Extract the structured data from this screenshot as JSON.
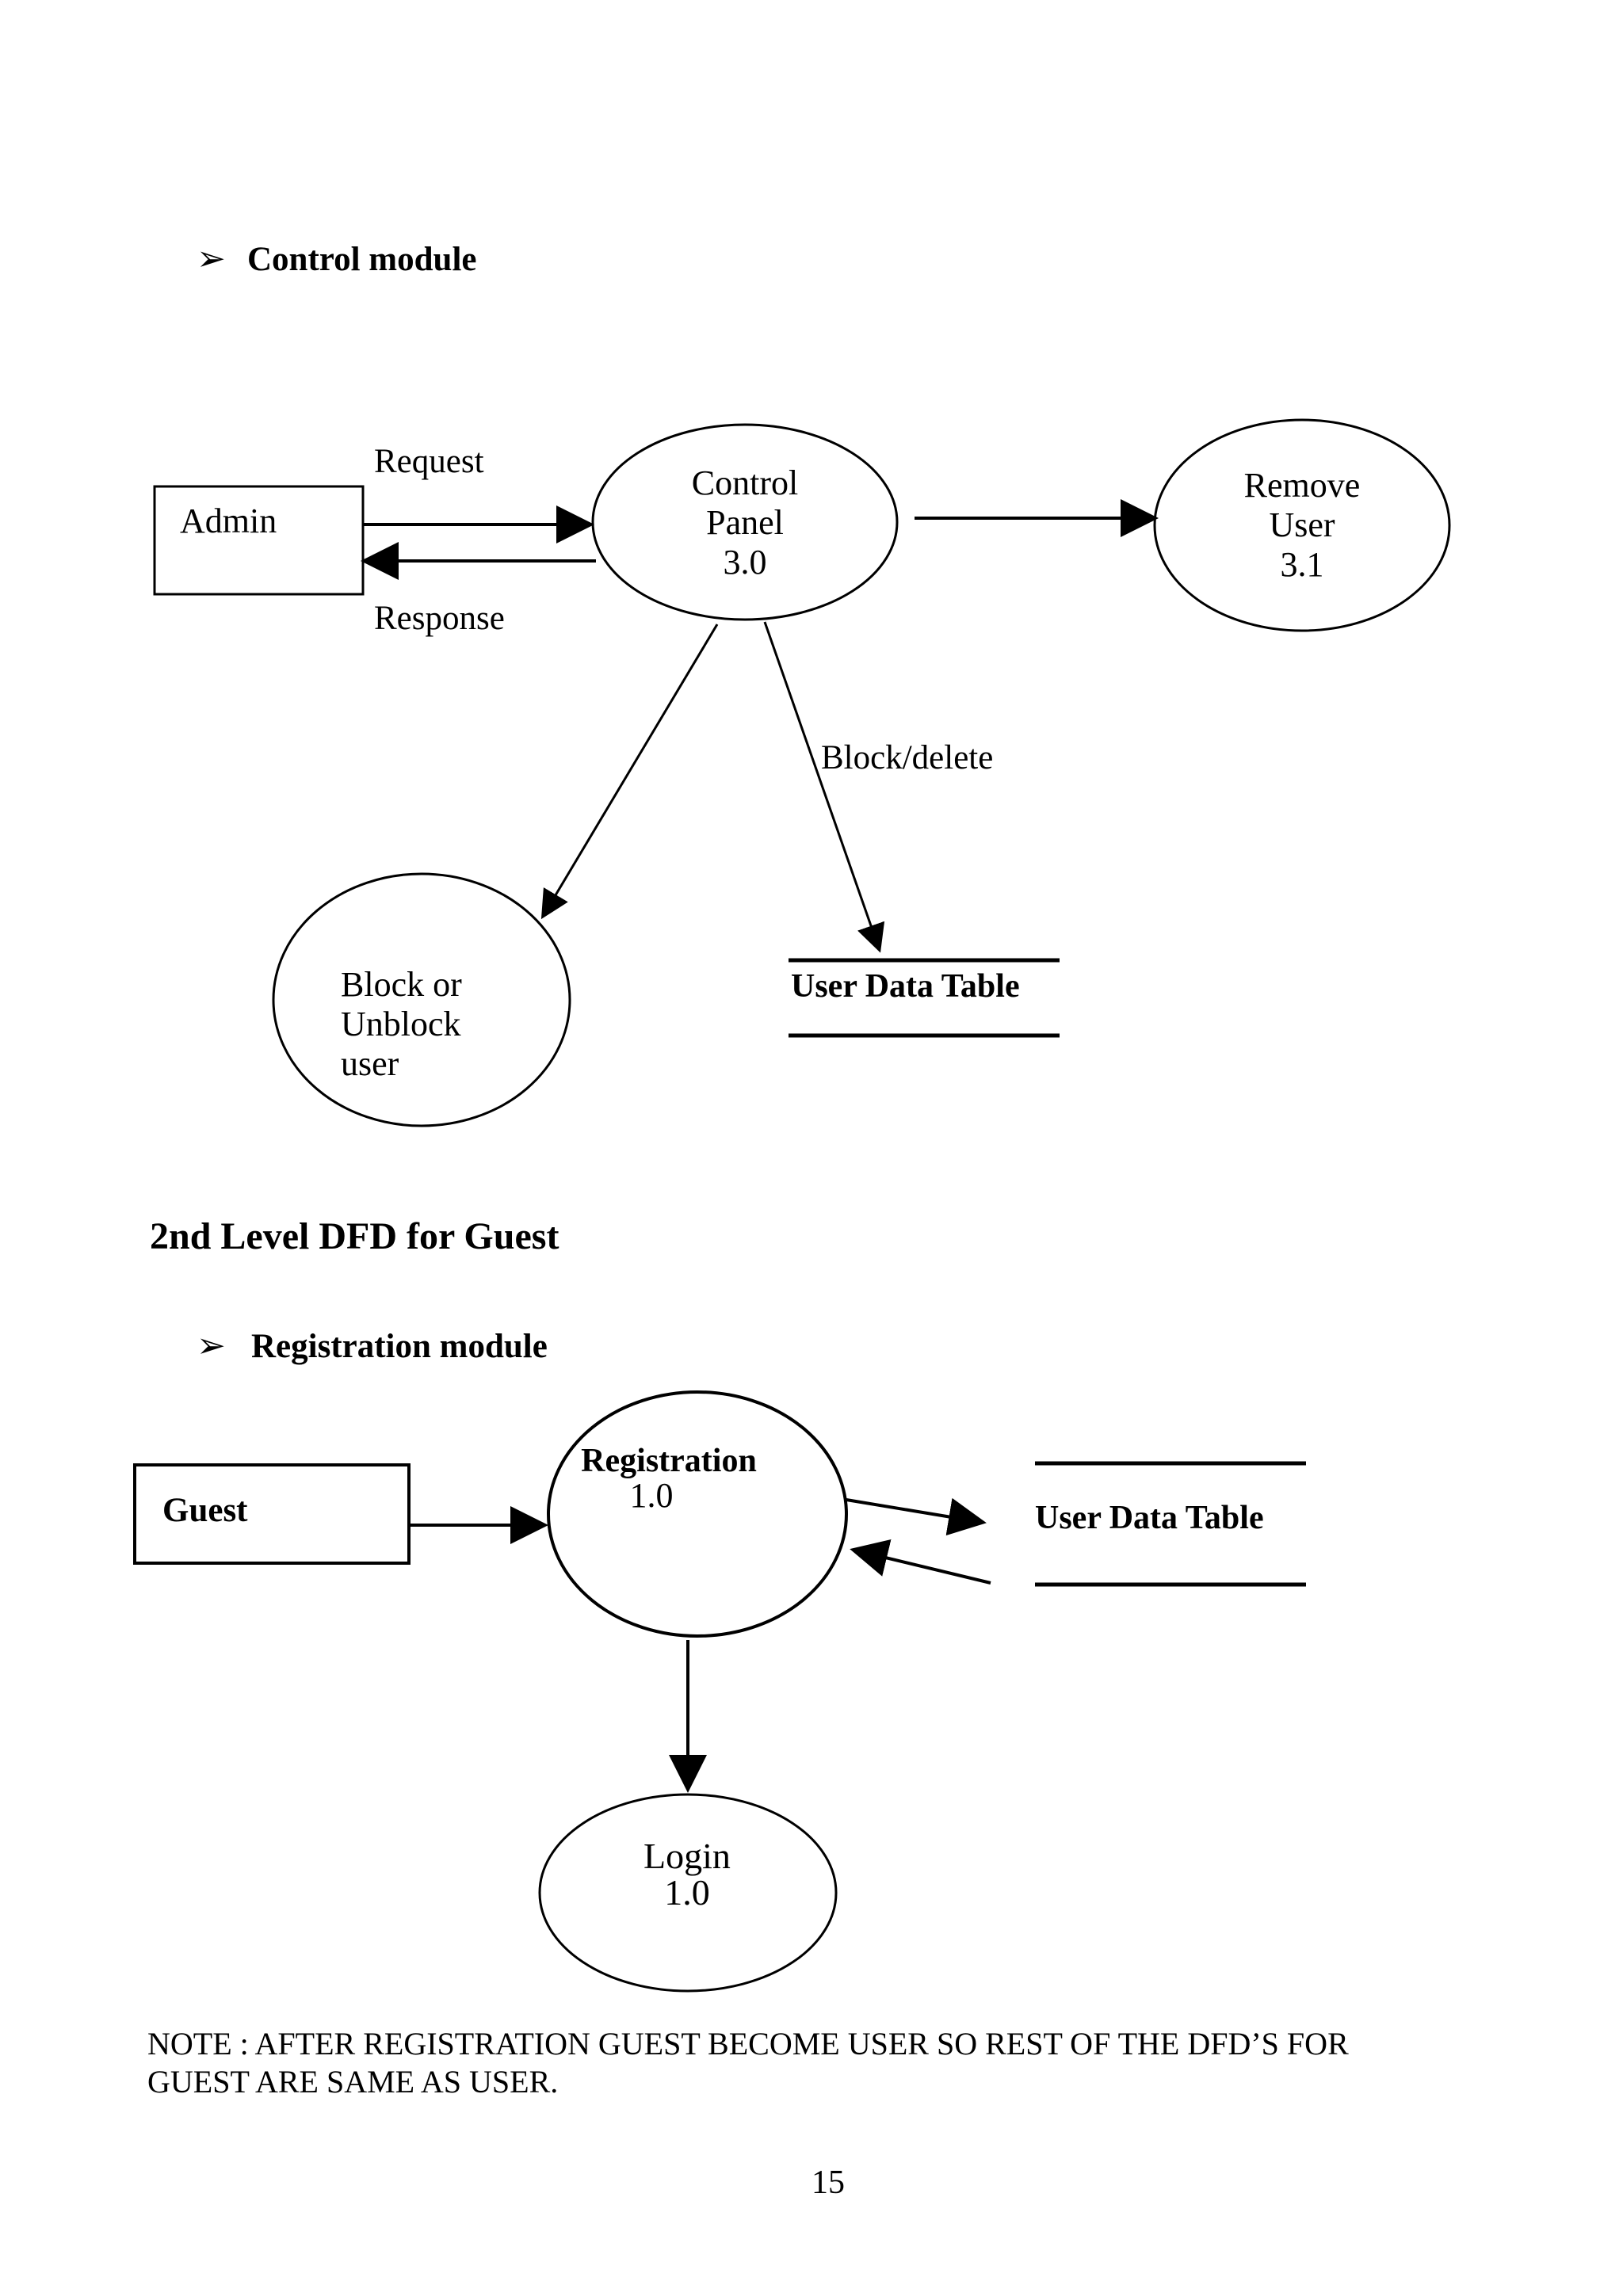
{
  "page": {
    "background": "#ffffff",
    "ink_color": "#000000",
    "page_number": "15"
  },
  "section1": {
    "bullet_icon": "➢",
    "bullet_label": "Control module",
    "diagram": {
      "admin_entity": "Admin",
      "request_label": "Request",
      "response_label": "Response",
      "control_panel_process": {
        "line1": "Control",
        "line2": "Panel",
        "line3": "3.0"
      },
      "remove_user_process": {
        "line1": "Remove",
        "line2": "User",
        "line3": "3.1"
      },
      "block_delete_label": "Block/delete",
      "block_unblock_process": {
        "line1": "Block or",
        "line2": "Unblock",
        "line3": "user"
      },
      "user_data_table_store": "User Data Table"
    }
  },
  "section2": {
    "heading": "2nd Level DFD for Guest",
    "bullet_icon": "➢",
    "bullet_label": "Registration module",
    "diagram": {
      "guest_entity": "Guest",
      "registration_process": {
        "line1": "Registration",
        "line2": "1.0"
      },
      "user_data_table_store": "User Data Table",
      "login_process": {
        "line1": "Login",
        "line2": "1.0"
      }
    }
  },
  "note": {
    "line1": "NOTE : AFTER REGISTRATION GUEST BECOME USER SO REST OF THE  DFD’S FOR",
    "line2": "GUEST ARE SAME AS USER."
  }
}
